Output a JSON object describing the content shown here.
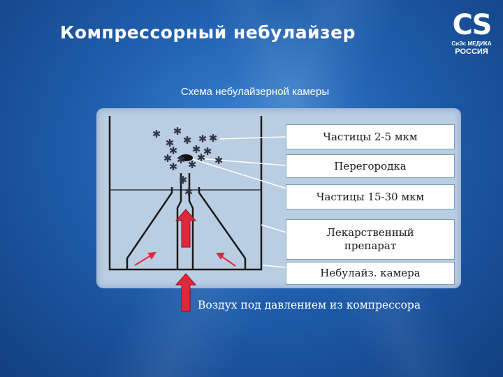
{
  "slide": {
    "title": "Компрессорный небулайзер",
    "subtitle": "Схема небулайзерной камеры"
  },
  "logo": {
    "mark": "CS",
    "line1": "СиЭс МЕДИКА",
    "line2": "РОССИЯ"
  },
  "labels": {
    "particles_small": "Частицы 2-5 мкм",
    "baffle": "Перегородка",
    "particles_large": "Частицы 15-30 мкм",
    "drug_line1": "Лекарственный",
    "drug_line2": "препарат",
    "chamber": "Небулайз. камера",
    "air": "Воздух под  давлением из компрессора"
  },
  "colors": {
    "arrow_fill": "#e0283c",
    "particle": "#333344",
    "outline": "#1a1a1a",
    "label_border": "#7d9ab8"
  },
  "icons": {
    "particle": "asterisk-particle-icon",
    "air_arrow": "arrow-up-icon"
  }
}
